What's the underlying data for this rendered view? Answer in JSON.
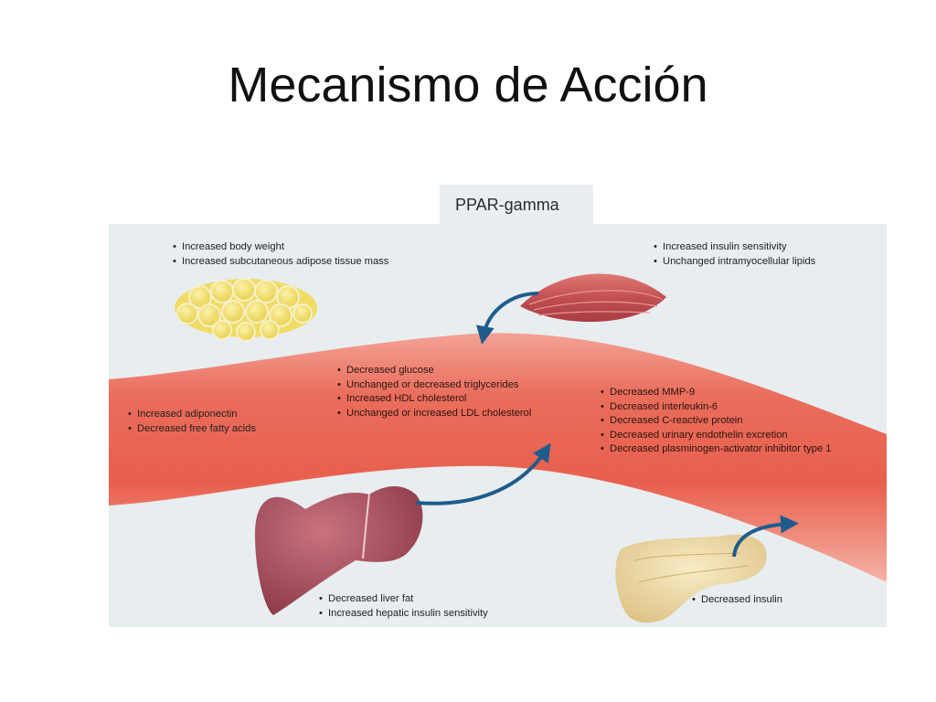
{
  "title": "Mecanismo de Acción",
  "tab_label": "PPAR-gamma",
  "groups": {
    "adipose": [
      "Increased body weight",
      "Increased subcutaneous adipose tissue mass"
    ],
    "muscle": [
      "Increased insulin sensitivity",
      "Unchanged intramyocellular lipids"
    ],
    "blood": [
      "Decreased glucose",
      "Unchanged or decreased triglycerides",
      "Increased HDL cholesterol",
      "Unchanged or increased LDL cholesterol"
    ],
    "adipokines": [
      "Increased adiponectin",
      "Decreased free fatty acids"
    ],
    "vascular": [
      "Decreased MMP-9",
      "Decreased interleukin-6",
      "Decreased C-reactive protein",
      "Decreased urinary endothelin excretion",
      "Decreased plasminogen-activator inhibitor type 1"
    ],
    "liver": [
      "Decreased liver fat",
      "Increased hepatic insulin sensitivity"
    ],
    "pancreas": [
      "Decreased insulin"
    ]
  },
  "colors": {
    "panel": "#e8edf0",
    "vessel": "#e8604e",
    "arrow": "#1f5c8c",
    "fat": "#f2e270",
    "muscle": "#c85a5a",
    "liver": "#9b4555",
    "pancreas": "#ecd8a0"
  },
  "icons": [
    "adipose-tissue-illustration",
    "muscle-illustration",
    "liver-illustration",
    "pancreas-illustration",
    "blood-vessel-illustration"
  ]
}
